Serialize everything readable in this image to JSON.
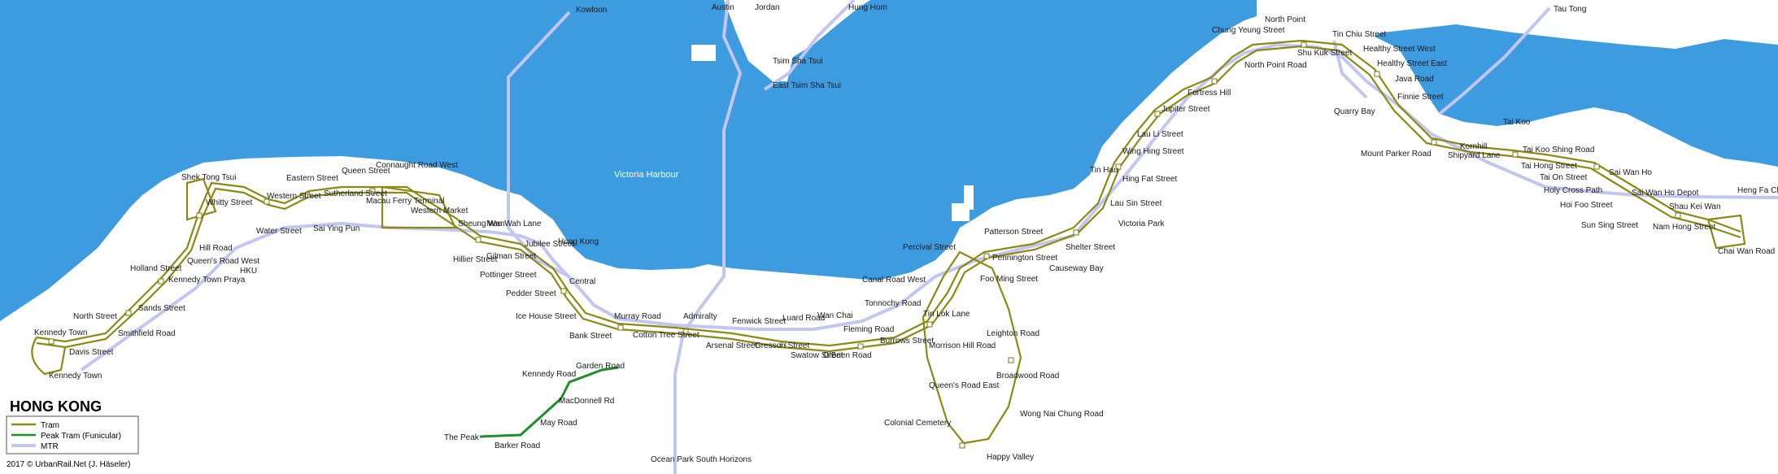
{
  "colors": {
    "water": "#3d9be0",
    "land": "#ffffff",
    "mtr": "#c3c6f0",
    "tram": "#8a8a14",
    "peak_tram": "#1f8f2a"
  },
  "map": {
    "title": "HONG KONG",
    "harbour": "Victoria Harbour",
    "legend": {
      "tram": "Tram",
      "peak": "Peak Tram (Funicular)",
      "mtr": "MTR"
    },
    "credit": "2017 © UrbanRail.Net (J. Häseler)",
    "cross_harbour": [
      "Kowloon",
      "Austin",
      "Jordan",
      "Tsim Sha Tsui",
      "East Tsim Sha Tsui",
      "Hung Hom",
      "Tau Tong"
    ],
    "mtr_stations": [
      "Kennedy Town",
      "HKU",
      "Sai Ying Pun",
      "Sheung Wan",
      "Hong Kong",
      "Central",
      "Admiralty",
      "Wan Chai",
      "Causeway Bay",
      "Tin Hau",
      "Fortress Hill",
      "North Point",
      "Quarry Bay",
      "Tai Koo",
      "Sai Wan Ho",
      "Shau Kei Wan",
      "Heng Fa Chuen",
      "Chai Wan Road",
      "Ocean Park South Horizons"
    ],
    "tram_stops": [
      "Kennedy Town",
      "Davis Street",
      "North Street",
      "Smithfield Road",
      "Sands Street",
      "Holland Street",
      "Kennedy Town Praya",
      "Queen's Road West",
      "Hill Road",
      "Whitty Street",
      "Shek Tong Tsui",
      "Water Street",
      "Western Street",
      "Eastern Street",
      "Sutherland Street",
      "Queen Street",
      "Connaught Road West",
      "Macau Ferry Terminal",
      "Western Market",
      "Sheung Wan",
      "Man Wah Lane",
      "Hillier Street",
      "Gilman Street",
      "Jubilee Street",
      "Pottinger Street",
      "Pedder Street",
      "Ice House Street",
      "Bank Street",
      "Murray Road",
      "Cotton Tree Street",
      "Arsenal Street",
      "Fenwick Street",
      "Gresson Street",
      "Luard Road",
      "Swatow Street",
      "O'Brien Road",
      "Fleming Road",
      "Canal Road West",
      "Tonnochy Road",
      "Burrows Street",
      "Percival Street",
      "Patterson Street",
      "Pennington Street",
      "Foo Ming Street",
      "Tin Lok Lane",
      "Morrison Hill Road",
      "Leighton Road",
      "Queen's Road East",
      "Broadwood Road",
      "Wong Nai Chung Road",
      "Colonial Cemetery",
      "Happy Valley",
      "Shelter Street",
      "Victoria Park",
      "Lau Sin Street",
      "Hing Fat Street",
      "Wing Hing Street",
      "Lau Li Street",
      "Jupiter Street",
      "Chung Yeung Street",
      "North Point Road",
      "Shu Kuk Street",
      "Tin Chiu Street",
      "Healthy Street West",
      "Healthy Street East",
      "Java Road",
      "Finnie Street",
      "Mount Parker Road",
      "Shipyard Lane",
      "Kornhill",
      "Tai Koo Shing Road",
      "Tai Hong Street",
      "Tai On Street",
      "Holy Cross Path",
      "Hoi Foo Street",
      "Sun Sing Street",
      "Nam Hong Street",
      "Sai Wan Ho Depot"
    ],
    "peak_stops": [
      "Garden Road",
      "Kennedy Road",
      "MacDonnell Rd",
      "May Road",
      "Barker Road",
      "The Peak"
    ]
  }
}
